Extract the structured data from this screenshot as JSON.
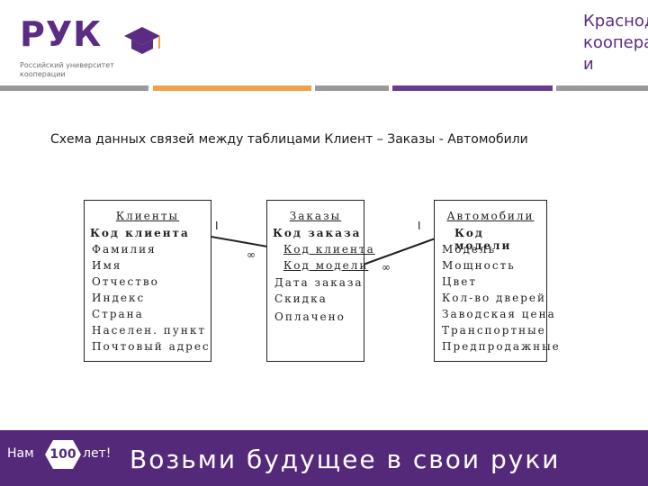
{
  "header": {
    "logo_text": "РУК",
    "logo_sub": "Российский университет кооперации",
    "city_text": "Краснод\nкоопера\nи",
    "colors": {
      "purple": "#5b2c83",
      "orange": "#f1a04b",
      "gray": "#9a9a9a",
      "footer": "#55297a"
    }
  },
  "title": "Схема данных связей между таблицами Клиент – Заказы - Автомобили",
  "tables": {
    "clients": {
      "name": "Клиенты",
      "key": "Код клиента",
      "fields": [
        "Фамилия",
        "Имя",
        "Отчество",
        "Индекс",
        "Страна",
        "Населен. пункт",
        "Почтовый адрес"
      ]
    },
    "orders": {
      "name": "Заказы",
      "key": "Код заказа",
      "fk1": "Код клиента",
      "fk2": "Код модели",
      "fields": [
        "Дата заказа",
        "Скидка",
        "Оплачено"
      ]
    },
    "cars": {
      "name": "Автомобили",
      "key": "Код модели",
      "fields": [
        "Модель",
        "Мощность",
        "Цвет",
        "Кол-во дверей",
        "Заводская цена",
        "Транспортные",
        "Предпродажные"
      ]
    }
  },
  "relations": {
    "one_label": "I",
    "many_label": "∞"
  },
  "footer": {
    "badge_left": "Нам",
    "badge_num": "100",
    "badge_right": "лет!",
    "slogan": "Возьми будущее в свои руки"
  }
}
